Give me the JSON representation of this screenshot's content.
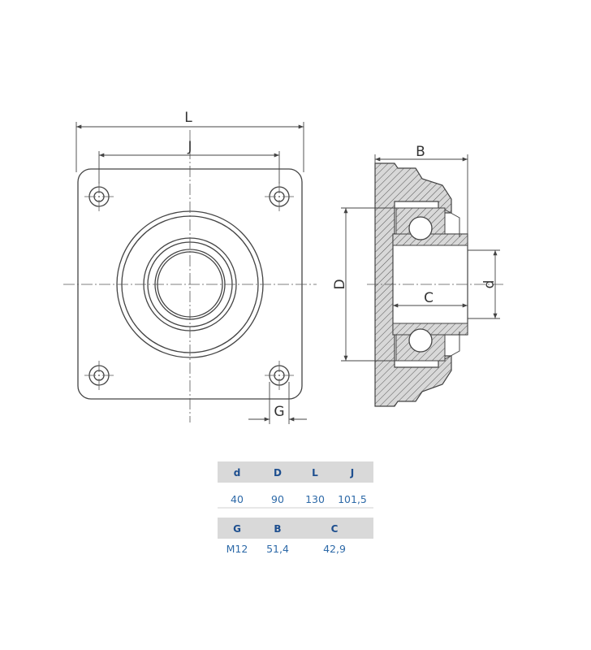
{
  "dimension_labels": {
    "L": "L",
    "J": "J",
    "G": "G",
    "B": "B",
    "D": "D",
    "C": "C",
    "d": "d"
  },
  "spec_table": {
    "row1_headers": [
      "d",
      "D",
      "L",
      "J"
    ],
    "row1_values": [
      "40",
      "90",
      "130",
      "101,5"
    ],
    "row2_headers": [
      "G",
      "B",
      "C"
    ],
    "row2_values": [
      "M12",
      "51,4",
      "42,9"
    ]
  },
  "colors": {
    "line": "#444444",
    "header_bg": "#d9d9d9",
    "header_text": "#1e4f8f",
    "value_text": "#2e6aa8"
  }
}
